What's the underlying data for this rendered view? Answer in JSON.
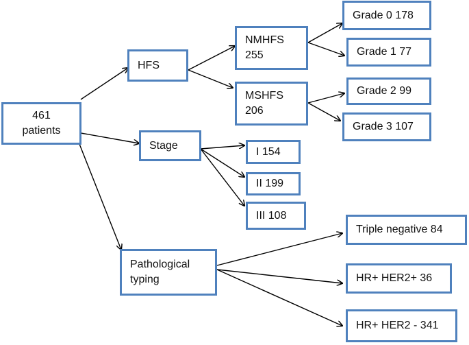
{
  "nodes": {
    "root": "461\npatients",
    "hfs": "HFS",
    "nmhfs": "NMHFS\n255",
    "mshfs": "MSHFS\n206",
    "grade0": "Grade 0 178",
    "grade1": "Grade 1 77",
    "grade2": "Grade 2 99",
    "grade3": "Grade 3 107",
    "stage": "Stage",
    "stage1": "I 154",
    "stage2": "II 199",
    "stage3": "III 108",
    "path": "Pathological\ntyping",
    "triple": "Triple negative 84",
    "hrher2pos": "HR+ HER2+ 36",
    "hrher2neg": "HR+ HER2 - 341"
  },
  "edges": [
    [
      "root",
      "hfs"
    ],
    [
      "root",
      "stage"
    ],
    [
      "root",
      "path"
    ],
    [
      "hfs",
      "nmhfs"
    ],
    [
      "hfs",
      "mshfs"
    ],
    [
      "nmhfs",
      "grade0"
    ],
    [
      "nmhfs",
      "grade1"
    ],
    [
      "mshfs",
      "grade2"
    ],
    [
      "mshfs",
      "grade3"
    ],
    [
      "stage",
      "stage1"
    ],
    [
      "stage",
      "stage2"
    ],
    [
      "stage",
      "stage3"
    ],
    [
      "path",
      "triple"
    ],
    [
      "path",
      "hrher2pos"
    ],
    [
      "path",
      "hrher2neg"
    ]
  ],
  "colors": {
    "box_border": "#4f81bd",
    "arrow": "#000000",
    "text": "#111111"
  }
}
